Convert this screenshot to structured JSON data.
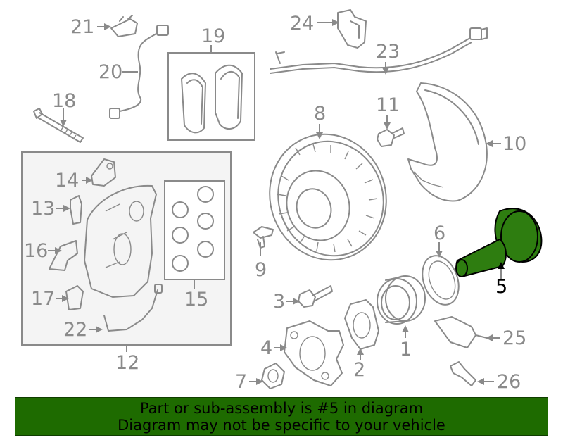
{
  "callouts": {
    "c1": "1",
    "c2": "2",
    "c3": "3",
    "c4": "4",
    "c5": "5",
    "c6": "6",
    "c7": "7",
    "c8": "8",
    "c9": "9",
    "c10": "10",
    "c11": "11",
    "c12": "12",
    "c13": "13",
    "c14": "14",
    "c15": "15",
    "c16": "16",
    "c17": "17",
    "c18": "18",
    "c19": "19",
    "c20": "20",
    "c21": "21",
    "c22": "22",
    "c23": "23",
    "c24": "24",
    "c25": "25",
    "c26": "26"
  },
  "highlighted_part": "5",
  "colors": {
    "highlight": "#2e7d10",
    "banner": "#1e6b00",
    "line": "#8a8a8a"
  },
  "banner": {
    "line1": "Part or sub-assembly is #5 in diagram",
    "line2": "Diagram may not be specific to your vehicle"
  }
}
